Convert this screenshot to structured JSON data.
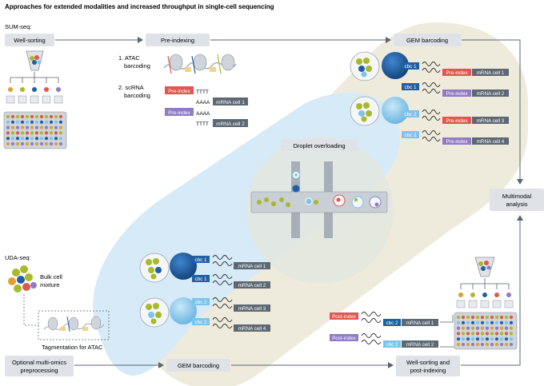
{
  "title": "Approaches for extended modalities and increased throughput in single-cell sequencing",
  "sum_seq": {
    "label": "SUM-seq:",
    "well_sorting": "Well-sorting",
    "pre_indexing": "Pre-indexing",
    "gem_barcoding": "GEM barcoding",
    "atac_num": "1. ATAC",
    "atac_word": "barcoding",
    "scrna_num": "2. scRNA",
    "scrna_word": "barcoding",
    "pre_index_tag": "Pre-index",
    "tttt": "TTTT",
    "aaaa": "AAAA",
    "mrna_cell_1": "mRNA cell 1",
    "mrna_cell_2": "mRNA cell 2",
    "rows": [
      {
        "cbc": "cbc 1",
        "pre": "Pre-index",
        "mrna": "mRNA cell 1"
      },
      {
        "cbc": "cbc 1",
        "pre": "Pre-index",
        "mrna": "mRNA cell 2"
      },
      {
        "cbc": "cbc 2",
        "pre": "Pre-index",
        "mrna": "mRNA cell 3"
      },
      {
        "cbc": "cbc 2",
        "pre": "Pre-index",
        "mrna": "mRNA cell 4"
      }
    ]
  },
  "droplet_overloading": "Droplet overloading",
  "multimodal": [
    "Multimodal",
    "analysis"
  ],
  "uda_seq": {
    "label": "UDA-seq:",
    "bulk": [
      "Bulk cell",
      "mixture"
    ],
    "tagmentation": "Tagmentation for ATAC",
    "optional": [
      "Optional multi-omics",
      "preprocessing"
    ],
    "gem_barcoding": "GEM barcoding",
    "well_sorting": [
      "Well-sorting and",
      "post-indexing"
    ],
    "rows": [
      {
        "cbc": "cbc 1",
        "mrna": "mRNA cell 1"
      },
      {
        "cbc": "cbc 1",
        "mrna": "mRNA cell 2"
      },
      {
        "cbc": "cbc 2",
        "mrna": "mRNA cell 3"
      },
      {
        "cbc": "cbc 2",
        "mrna": "mRNA cell 4"
      }
    ],
    "post_index": "Post-index",
    "post_rows": [
      {
        "cbc": "cbc 2",
        "mrna": "mRNA cell 1"
      },
      {
        "cbc": "cbc 2",
        "mrna": "mRNA cell 2"
      }
    ]
  },
  "colors": {
    "dark_blue": "#1f5fa8",
    "light_blue": "#7ec3ea",
    "red": "#e0574f",
    "purple": "#8f7cc4",
    "gray_tag": "#5c6873",
    "green": "#a8b92a",
    "band": "#efebdc",
    "blue_band": "#d5e9f7",
    "label_box": "#dfe3e7"
  }
}
